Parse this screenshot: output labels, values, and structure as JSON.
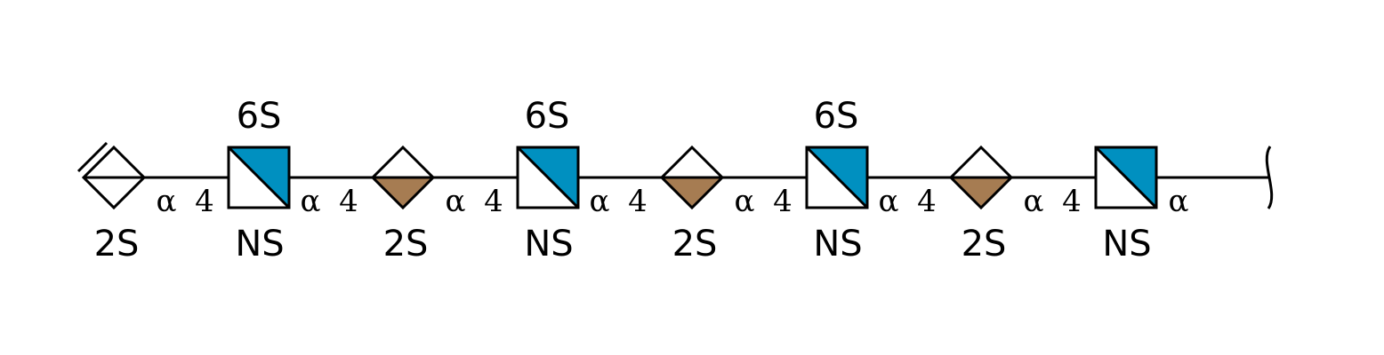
{
  "colors": {
    "glcnac_blue": "#0090C0",
    "iduronic_brown": "#A67C52",
    "line": "#000000",
    "background": "#FFFFFF"
  },
  "residues": [
    {
      "type": "iduronic-diamond-unsaturated",
      "below": "2S"
    },
    {
      "type": "glcnac-square",
      "above": "6S",
      "below": "NS"
    },
    {
      "type": "iduronic-diamond",
      "below": "2S"
    },
    {
      "type": "glcnac-square",
      "above": "6S",
      "below": "NS"
    },
    {
      "type": "iduronic-diamond",
      "below": "2S"
    },
    {
      "type": "glcnac-square",
      "above": "6S",
      "below": "NS"
    },
    {
      "type": "iduronic-diamond",
      "below": "2S"
    },
    {
      "type": "glcnac-square",
      "below": "NS"
    }
  ],
  "linkages": [
    {
      "anomer": "α",
      "position": "4"
    },
    {
      "anomer": "α",
      "position": "4"
    },
    {
      "anomer": "α",
      "position": "4"
    },
    {
      "anomer": "α",
      "position": "4"
    },
    {
      "anomer": "α",
      "position": "4"
    },
    {
      "anomer": "α",
      "position": "4"
    },
    {
      "anomer": "α",
      "position": "4"
    },
    {
      "anomer": "α",
      "position": ""
    }
  ]
}
